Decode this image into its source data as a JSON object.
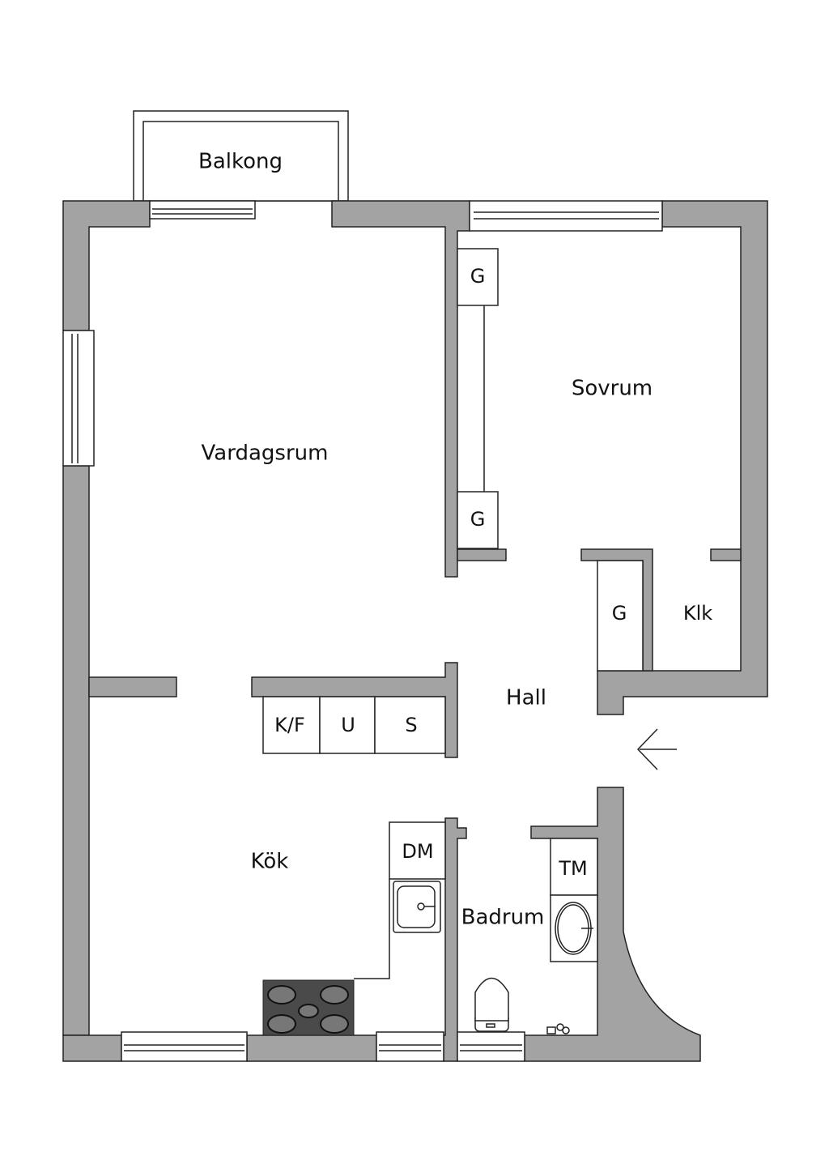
{
  "plan": {
    "rooms": {
      "balcony": "Balkong",
      "living_room": "Vardagsrum",
      "bedroom": "Sovrum",
      "hall": "Hall",
      "kitchen": "Kök",
      "bathroom": "Badrum"
    },
    "fixtures": {
      "wardrobe_1": "G",
      "wardrobe_2": "G",
      "wardrobe_3": "G",
      "closet": "Klk",
      "fridge_freezer": "K/F",
      "oven": "U",
      "cabinet": "S",
      "dishwasher": "DM",
      "washing_machine": "TM"
    },
    "colors": {
      "wall": "#a3a3a3",
      "stove": "#4a4a4a"
    }
  }
}
